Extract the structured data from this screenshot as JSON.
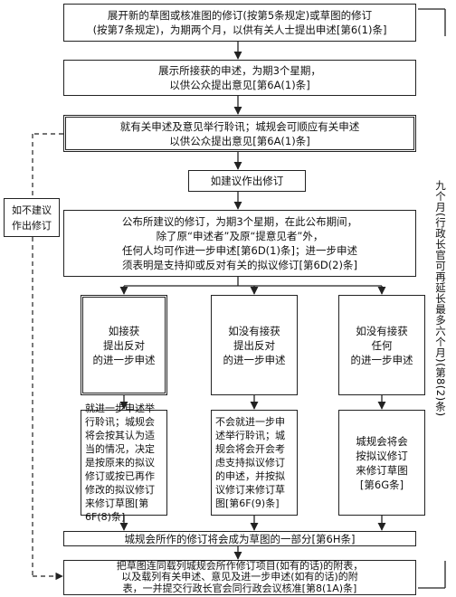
{
  "boxes": {
    "b1": "展开新的草图或核准图的修订(按第5条规定)或草图的修订\n(按第7条规定)，为期两个月，以供有关人士提出申述[第6(1)条]",
    "b2": "展示所接获的申述，为期3个星期，\n以供公众提出意见[第6A(1)条]",
    "b3": "就有关申述及意见举行聆讯；城规会可顺应有关申述\n以供公众提出意见[第6A(1)条]",
    "b4": "如建议作出修订",
    "b5": "公布所建议的修订，为期3个星期，在此公布期间，\n除了原“申述者”及原“提意见者”外，\n任何人均可作进一步申述[第6D(1)条]；进一步申述\n须表明是支持抑或反对有关的拟议修订[第6D(2)条]",
    "b6a": "如接获\n提出反对\n的进一步申述",
    "b6b": "如没有接获\n提出反对\n的进一步申述",
    "b6c": "如没有接获\n任何\n的进一步申述",
    "b7a": "就进一步申述举行聆讯；城规会将会按其认为适当的情况，决定是按原来的拟议修订或按已再作修改的拟议修订来修订草图[第6F(8)条]",
    "b7b": "不会就进一步申述举行聆讯；城规会将会开会考虑支持拟议修订的申述，并按拟议修订来修订草图[第6F(9)条]",
    "b7c": "城规会将会\n按拟议修订\n来修订草图\n[第6G条]",
    "b8": "城规会所作的修订将会成为草图的一部分[第6H条]",
    "b9": "把草图连同载列城规会所作修订项目(如有的话)的附表，\n以及载列有关申述、意见及进一步申述(如有的话)的附\n表，一并提交行政长官会同行政会议核准[第8(1A)条]",
    "left_note": "如不建议\n作出修订",
    "right_note": "九个月(行政长官可再延长最多六个月)(第8(2)条)"
  }
}
